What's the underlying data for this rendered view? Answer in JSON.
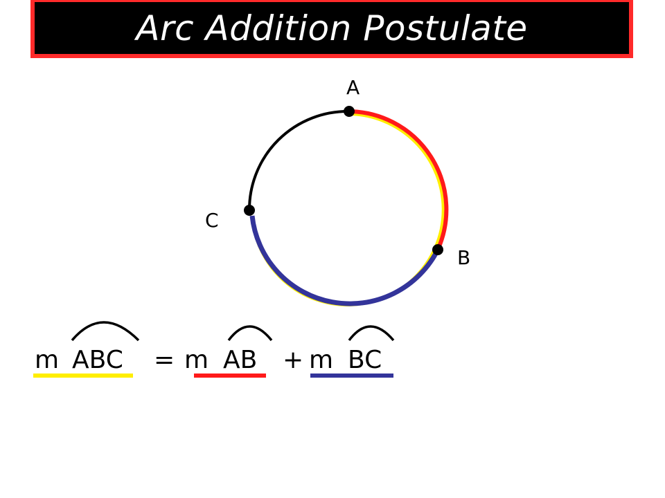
{
  "title": "Arc Addition Postulate",
  "points": {
    "a": "A",
    "b": "B",
    "c": "C"
  },
  "equation": {
    "lhs_m": "m",
    "lhs_arc": "ABC",
    "equals": "=",
    "rhs1_m": "m",
    "rhs1_arc": "AB",
    "plus": "+",
    "rhs2_m": "m",
    "rhs2_arc": "BC"
  },
  "colors": {
    "title_background": "#000000",
    "title_border": "#ff2a2a",
    "title_text": "#ffffff",
    "arc_ab": "#ff1a1a",
    "arc_bc": "#33349a",
    "arc_abc": "#ffee00",
    "arc_ca": "#000000"
  }
}
